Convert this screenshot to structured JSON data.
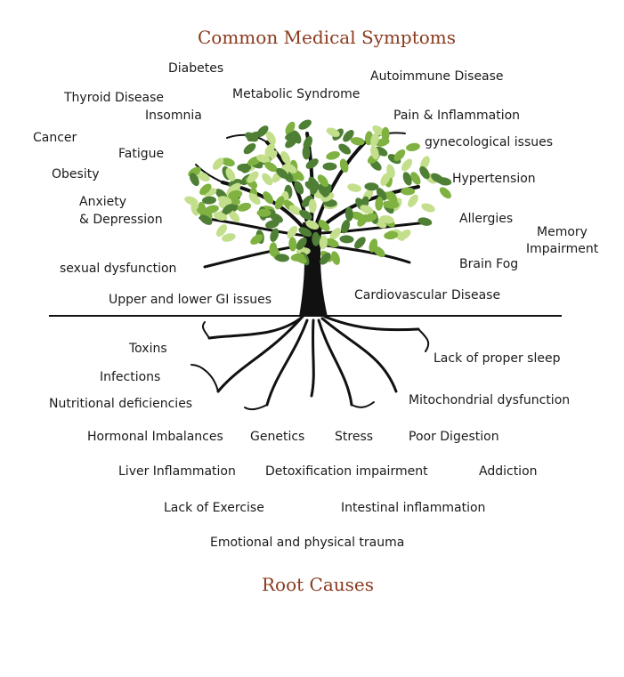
{
  "titles": {
    "top": "Common Medical Symptoms",
    "bottom": "Root Causes"
  },
  "colors": {
    "title": "#8b3a1e",
    "leaf_dark": "#4f7f35",
    "leaf_mid": "#7fb241",
    "leaf_light": "#c3df8c",
    "trunk": "#111111"
  },
  "symptoms": [
    "Diabetes",
    "Thyroid Disease",
    "Insomnia",
    "Metabolic Syndrome",
    "Autoimmune Disease",
    "Pain & Inflammation",
    "gynecological issues",
    "Cancer",
    "Fatigue",
    "Obesity",
    "Hypertension",
    "Anxiety",
    "& Depression",
    "Allergies",
    "Memory",
    "Impairment",
    "Brain Fog",
    "sexual dysfunction",
    "Upper and lower GI issues",
    "Cardiovascular",
    "Disease"
  ],
  "causes": [
    "Toxins",
    "Infections",
    "Nutritional deficiencies",
    "Lack of proper sleep",
    "Mitochondrial dysfunction",
    "Hormonal Imbalances",
    "Genetics",
    "Stress",
    "Poor Digestion",
    "Liver Inflammation",
    "Detoxification impairment",
    "Addiction",
    "Lack of Exercise",
    "Intestinal inflammation",
    "Emotional and physical trauma"
  ]
}
